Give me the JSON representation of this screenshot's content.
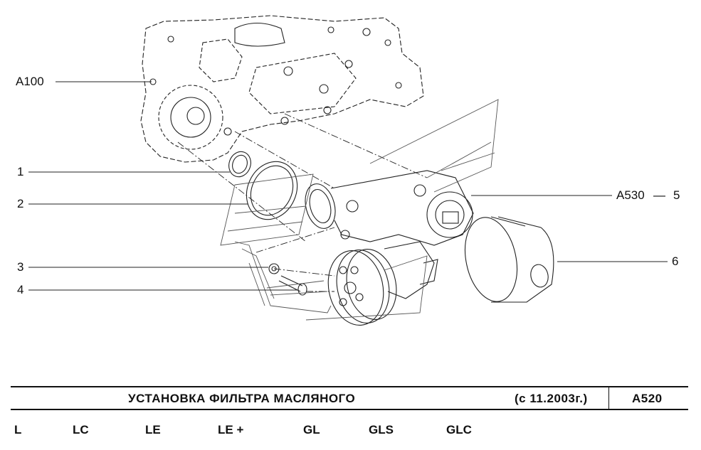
{
  "callouts": {
    "a100": "A100",
    "p1": "1",
    "p2": "2",
    "p3": "3",
    "p4": "4",
    "a530": "A530",
    "a530_dash": "—",
    "p5": "5",
    "p6": "6"
  },
  "title_block": {
    "title": "УСТАНОВКА   ФИЛЬТРА   МАСЛЯНОГО",
    "date": "(с 11.2003г.)",
    "code": "A520"
  },
  "variants": [
    "L",
    "LC",
    "LE",
    "LE +",
    "GL",
    "GLS",
    "GLC"
  ]
}
